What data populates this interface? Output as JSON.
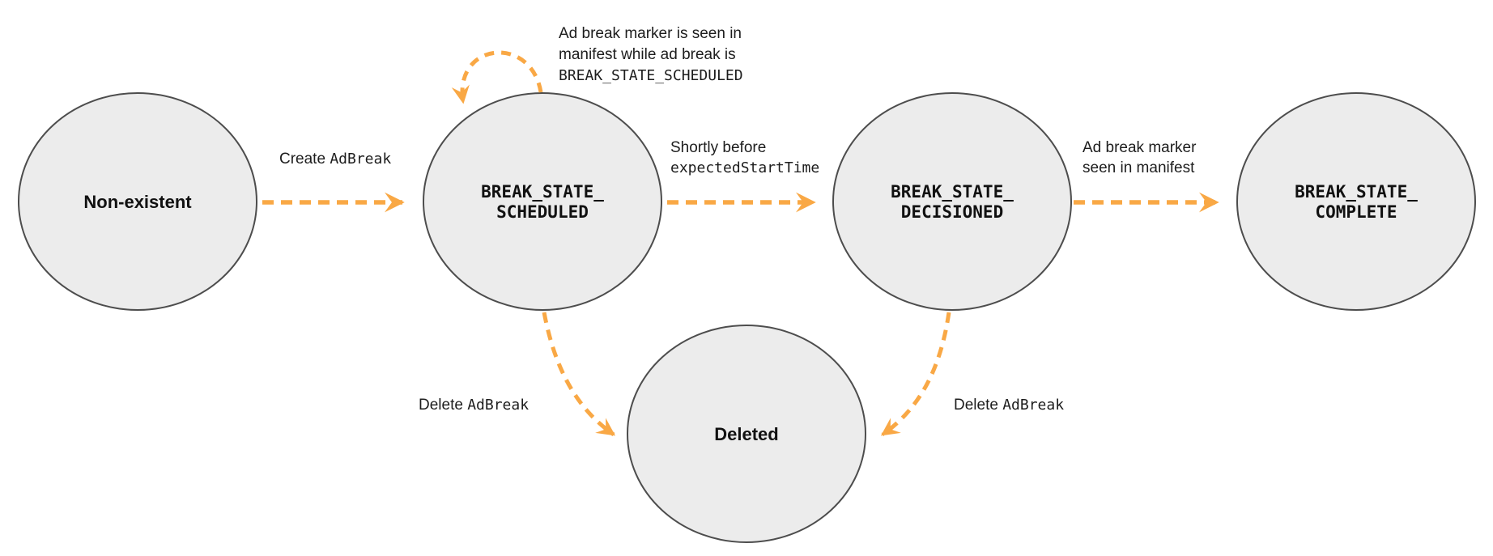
{
  "colors": {
    "arrow": "#F9A845",
    "node_fill": "#ECECEC",
    "node_border": "#4D4D4D",
    "text": "#1D1D1D"
  },
  "states": {
    "non_existent": {
      "label": "Non-existent"
    },
    "scheduled": {
      "line1": "BREAK_STATE_",
      "line2": "SCHEDULED"
    },
    "decisioned": {
      "line1": "BREAK_STATE_",
      "line2": "DECISIONED"
    },
    "complete": {
      "line1": "BREAK_STATE_",
      "line2": "COMPLETE"
    },
    "deleted": {
      "label": "Deleted"
    }
  },
  "transitions": {
    "create": {
      "text": "Create ",
      "code": "AdBreak"
    },
    "self_loop": {
      "line1": "Ad break marker is seen in",
      "line2": "manifest while ad break is",
      "code_line": "BREAK_STATE_SCHEDULED"
    },
    "shortly_before": {
      "text": "Shortly before",
      "code": "expectedStartTime"
    },
    "marker_seen": {
      "line1": "Ad break marker",
      "line2": "seen in manifest"
    },
    "delete_left": {
      "text": "Delete ",
      "code": "AdBreak"
    },
    "delete_right": {
      "text": "Delete ",
      "code": "AdBreak"
    }
  }
}
